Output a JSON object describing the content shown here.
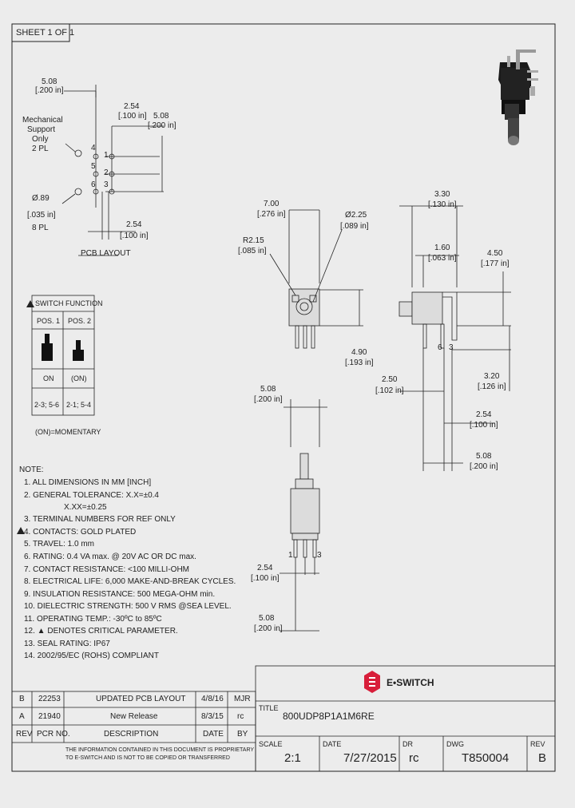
{
  "sheet_label": "SHEET 1 OF 1",
  "pcb": {
    "dim_top": "5.08",
    "dim_top_in": "[.200 in]",
    "dim_254": "2.54",
    "dim_254_in": "[.100 in]",
    "dim_508": "5.08",
    "dim_508_in": "[.200 in]",
    "mech_l1": "Mechanical",
    "mech_l2": "Support",
    "mech_l3": "Only",
    "mech_l4": "2 PL",
    "hole_dia": "Ø.89",
    "hole_dia_in": "[.035 in]",
    "hole_count": "8 PL",
    "dim_bottom": "2.54",
    "dim_bottom_in": "[.100 in]",
    "pins_left": [
      "4",
      "5",
      "6"
    ],
    "pins_right": [
      "1",
      "2",
      "3"
    ],
    "layout_label": "PCB LAYOUT"
  },
  "switch_function": {
    "header": "SWITCH FUNCTION",
    "pos1": "POS. 1",
    "pos2": "POS. 2",
    "state1": "ON",
    "state2": "(ON)",
    "conn1": "2-3; 5-6",
    "conn2": "2-1; 5-4",
    "footnote": "(ON)=MOMENTARY"
  },
  "front_view": {
    "dim_width": "7.00",
    "dim_width_in": "[.276 in]",
    "radius": "R2.15",
    "radius_in": "[.085 in]",
    "dia": "Ø2.25",
    "dia_in": "[.089 in]",
    "height": "4.90",
    "height_in": "[.193 in]"
  },
  "side_view": {
    "dim_330": "3.30",
    "dim_330_in": "[.130 in]",
    "dim_160": "1.60",
    "dim_160_in": "[.063 in]",
    "dim_450": "4.50",
    "dim_450_in": "[.177 in]",
    "dim_320": "3.20",
    "dim_320_in": "[.126 in]",
    "dim_250": "2.50",
    "dim_250_in": "[.102 in]",
    "dim_254": "2.54",
    "dim_254_in": "[.100 in]",
    "dim_508": "5.08",
    "dim_508_in": "[.200 in]",
    "pin_6": "6",
    "pin_3": "3"
  },
  "top_view": {
    "dim_508_top": "5.08",
    "dim_508_top_in": "[.200 in]",
    "dim_254": "2.54",
    "dim_254_in": "[.100 in]",
    "dim_508_bot": "5.08",
    "dim_508_bot_in": "[.200 in]",
    "pin_1": "1",
    "pin_3": "3"
  },
  "notes": {
    "header": "NOTE:",
    "items": [
      "1. ALL DIMENSIONS IN MM [INCH]",
      "2. GENERAL TOLERANCE: X.X=±0.4",
      "X.XX=±0.25",
      "3. TERMINAL NUMBERS FOR REF ONLY",
      "4. CONTACTS: GOLD PLATED",
      "5. TRAVEL: 1.0 mm",
      "6. RATING: 0.4 VA max. @ 20V AC OR DC max.",
      "7. CONTACT RESISTANCE: <100 MILLI-OHM",
      "8. ELECTRICAL LIFE: 6,000 MAKE-AND-BREAK CYCLES.",
      "9. INSULATION RESISTANCE: 500 MEGA-OHM min.",
      "10. DIELECTRIC STRENGTH: 500 V RMS @SEA LEVEL.",
      "11. OPERATING TEMP.: -30ºC to 85ºC",
      "12. ▲ DENOTES CRITICAL PARAMETER.",
      "13. SEAL RATING: IP67",
      "14. 2002/95/EC (ROHS) COMPLIANT"
    ]
  },
  "revisions": {
    "rows": [
      {
        "rev": "B",
        "pcr": "22253",
        "desc": "UPDATED PCB LAYOUT",
        "date": "4/8/16",
        "by": "MJR"
      },
      {
        "rev": "A",
        "pcr": "21940",
        "desc": "New Release",
        "date": "8/3/15",
        "by": "rc"
      }
    ],
    "headers": {
      "rev": "REV",
      "pcr": "PCR NO.",
      "desc": "DESCRIPTION",
      "date": "DATE",
      "by": "BY"
    },
    "confidential_l1": "THE INFORMATION CONTAINED IN THIS DOCUMENT IS PROPRIETARY",
    "confidential_l2": "TO E-SWITCH AND IS NOT TO BE COPIED OR TRANSFERRED"
  },
  "title_block": {
    "brand": "E•SWITCH",
    "title_label": "TITLE",
    "title": "800UDP8P1A1M6RE",
    "scale_label": "SCALE",
    "scale": "2:1",
    "date_label": "DATE",
    "date": "7/27/2015",
    "dr_label": "DR",
    "dr": "rc",
    "dwg_label": "DWG",
    "dwg": "T850004",
    "rev_label": "REV",
    "rev": "B"
  },
  "colors": {
    "line": "#222222",
    "brand": "#d81e3a",
    "background": "#ececec"
  }
}
